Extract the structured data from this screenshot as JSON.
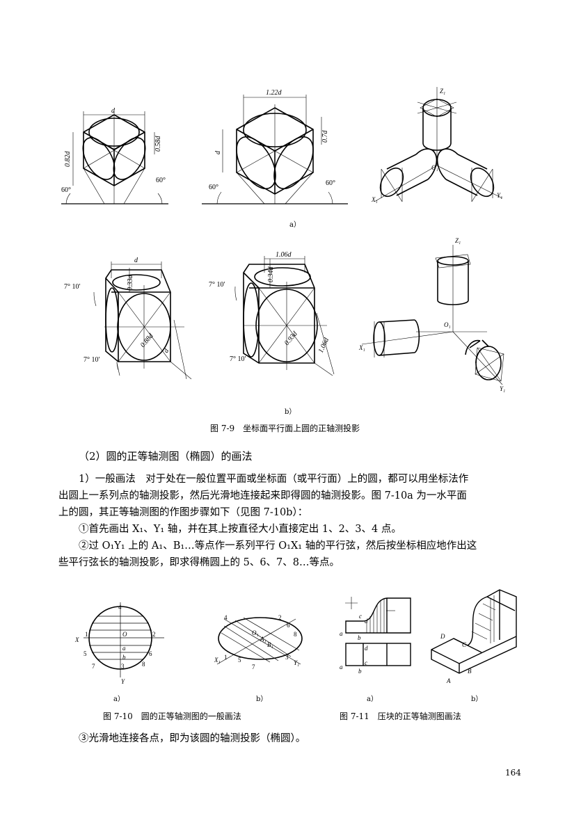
{
  "figure_7_9": {
    "sub_a": "a）",
    "sub_b": "b）",
    "caption": "图 7-9　坐标面平行面上圆的正轴测投影",
    "labels_a": {
      "d": "d",
      "h1": "0.82d",
      "d58": "0.58d",
      "ang": "60°",
      "d122": "1.22d",
      "d07": "0.7d",
      "z1": "Z₁",
      "o1": "O₁",
      "x1": "X₁",
      "y1": "Y₁"
    },
    "labels_b": {
      "d": "d",
      "d033": "0.33d",
      "ang": "7° 10′",
      "d088": "0.88d",
      "d106": "1.06d",
      "d034": "0.34d",
      "d093": "0.93d",
      "z1": "Z₁",
      "o1": "O₁",
      "x1": "X₁",
      "y1": "Y₁"
    }
  },
  "section_heading": "（2）圆的正等轴测图（椭圆）的画法",
  "paragraphs": [
    "1）一般画法　对于处在一般位置平面或坐标面（或平行面）上的圆，都可以用坐标法作",
    "出圆上一系列点的轴测投影，然后光滑地连接起来即得圆的轴测投影。图 7-10a 为一水平面",
    "上的圆，其正等轴测图的作图步骤如下（见图 7-10b）：",
    "①首先画出 X₁、Y₁ 轴，并在其上按直径大小直接定出 1、2、3、4 点。",
    "②过 O₁Y₁ 上的 A₁、B₁…等点作一系列平行 O₁X₁ 轴的平行弦，然后按坐标相应地作出这",
    "些平行弦长的轴测投影，即求得椭圆上的 5、6、7、8…等点。"
  ],
  "figure_7_10": {
    "sub_a": "a）",
    "sub_b": "b）",
    "caption": "图 7-10　圆的正等轴测图的一般画法",
    "labels": {
      "n1": "1",
      "n2": "2",
      "n3": "3",
      "n4": "4",
      "n5": "5",
      "n6": "6",
      "n7": "7",
      "n8": "8",
      "x": "X",
      "y": "Y",
      "o": "O",
      "a": "a",
      "b": "b",
      "x1": "X₁",
      "y1": "Y₁",
      "o1": "O₁",
      "a1": "A₁",
      "b1": "B₁"
    }
  },
  "figure_7_11": {
    "sub_a": "a）",
    "sub_b": "b）",
    "caption": "图 7-11　压块的正等轴测图画法",
    "labels": {
      "a": "a",
      "b": "b",
      "c": "c",
      "d": "d",
      "A": "A",
      "B": "B",
      "C": "C",
      "D": "D"
    }
  },
  "step3": "③光滑地连接各点，即为该圆的轴测投影（椭圆）。",
  "page_number": "164"
}
